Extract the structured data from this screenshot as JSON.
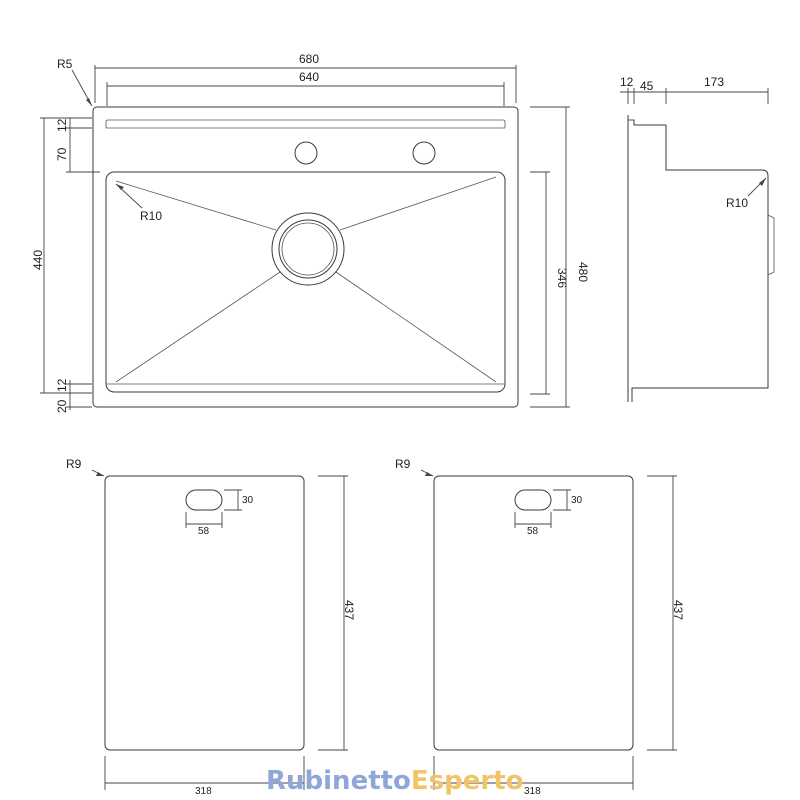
{
  "sink": {
    "width_outer": "680",
    "width_inner": "640",
    "corner_radius": "R5",
    "height_total": "440",
    "dim_top_12": "12",
    "dim_top_70": "70",
    "dim_bottom_12": "12",
    "dim_bottom_20": "20",
    "basin_radius": "R10",
    "basin_height": "346",
    "depth_outer": "480"
  },
  "side_view": {
    "dim_12": "12",
    "dim_45": "45",
    "dim_173": "173",
    "radius": "R10"
  },
  "boards": [
    {
      "corner_radius": "R9",
      "slot_height": "30",
      "slot_width": "58",
      "height": "437",
      "width": "318"
    },
    {
      "corner_radius": "R9",
      "slot_height": "30",
      "slot_width": "58",
      "height": "437",
      "width": "318"
    }
  ],
  "watermark": {
    "part1": "Rubinetto",
    "part2": "Esperto",
    "color1": "#8fa6d8",
    "color2": "#f2c46a"
  }
}
